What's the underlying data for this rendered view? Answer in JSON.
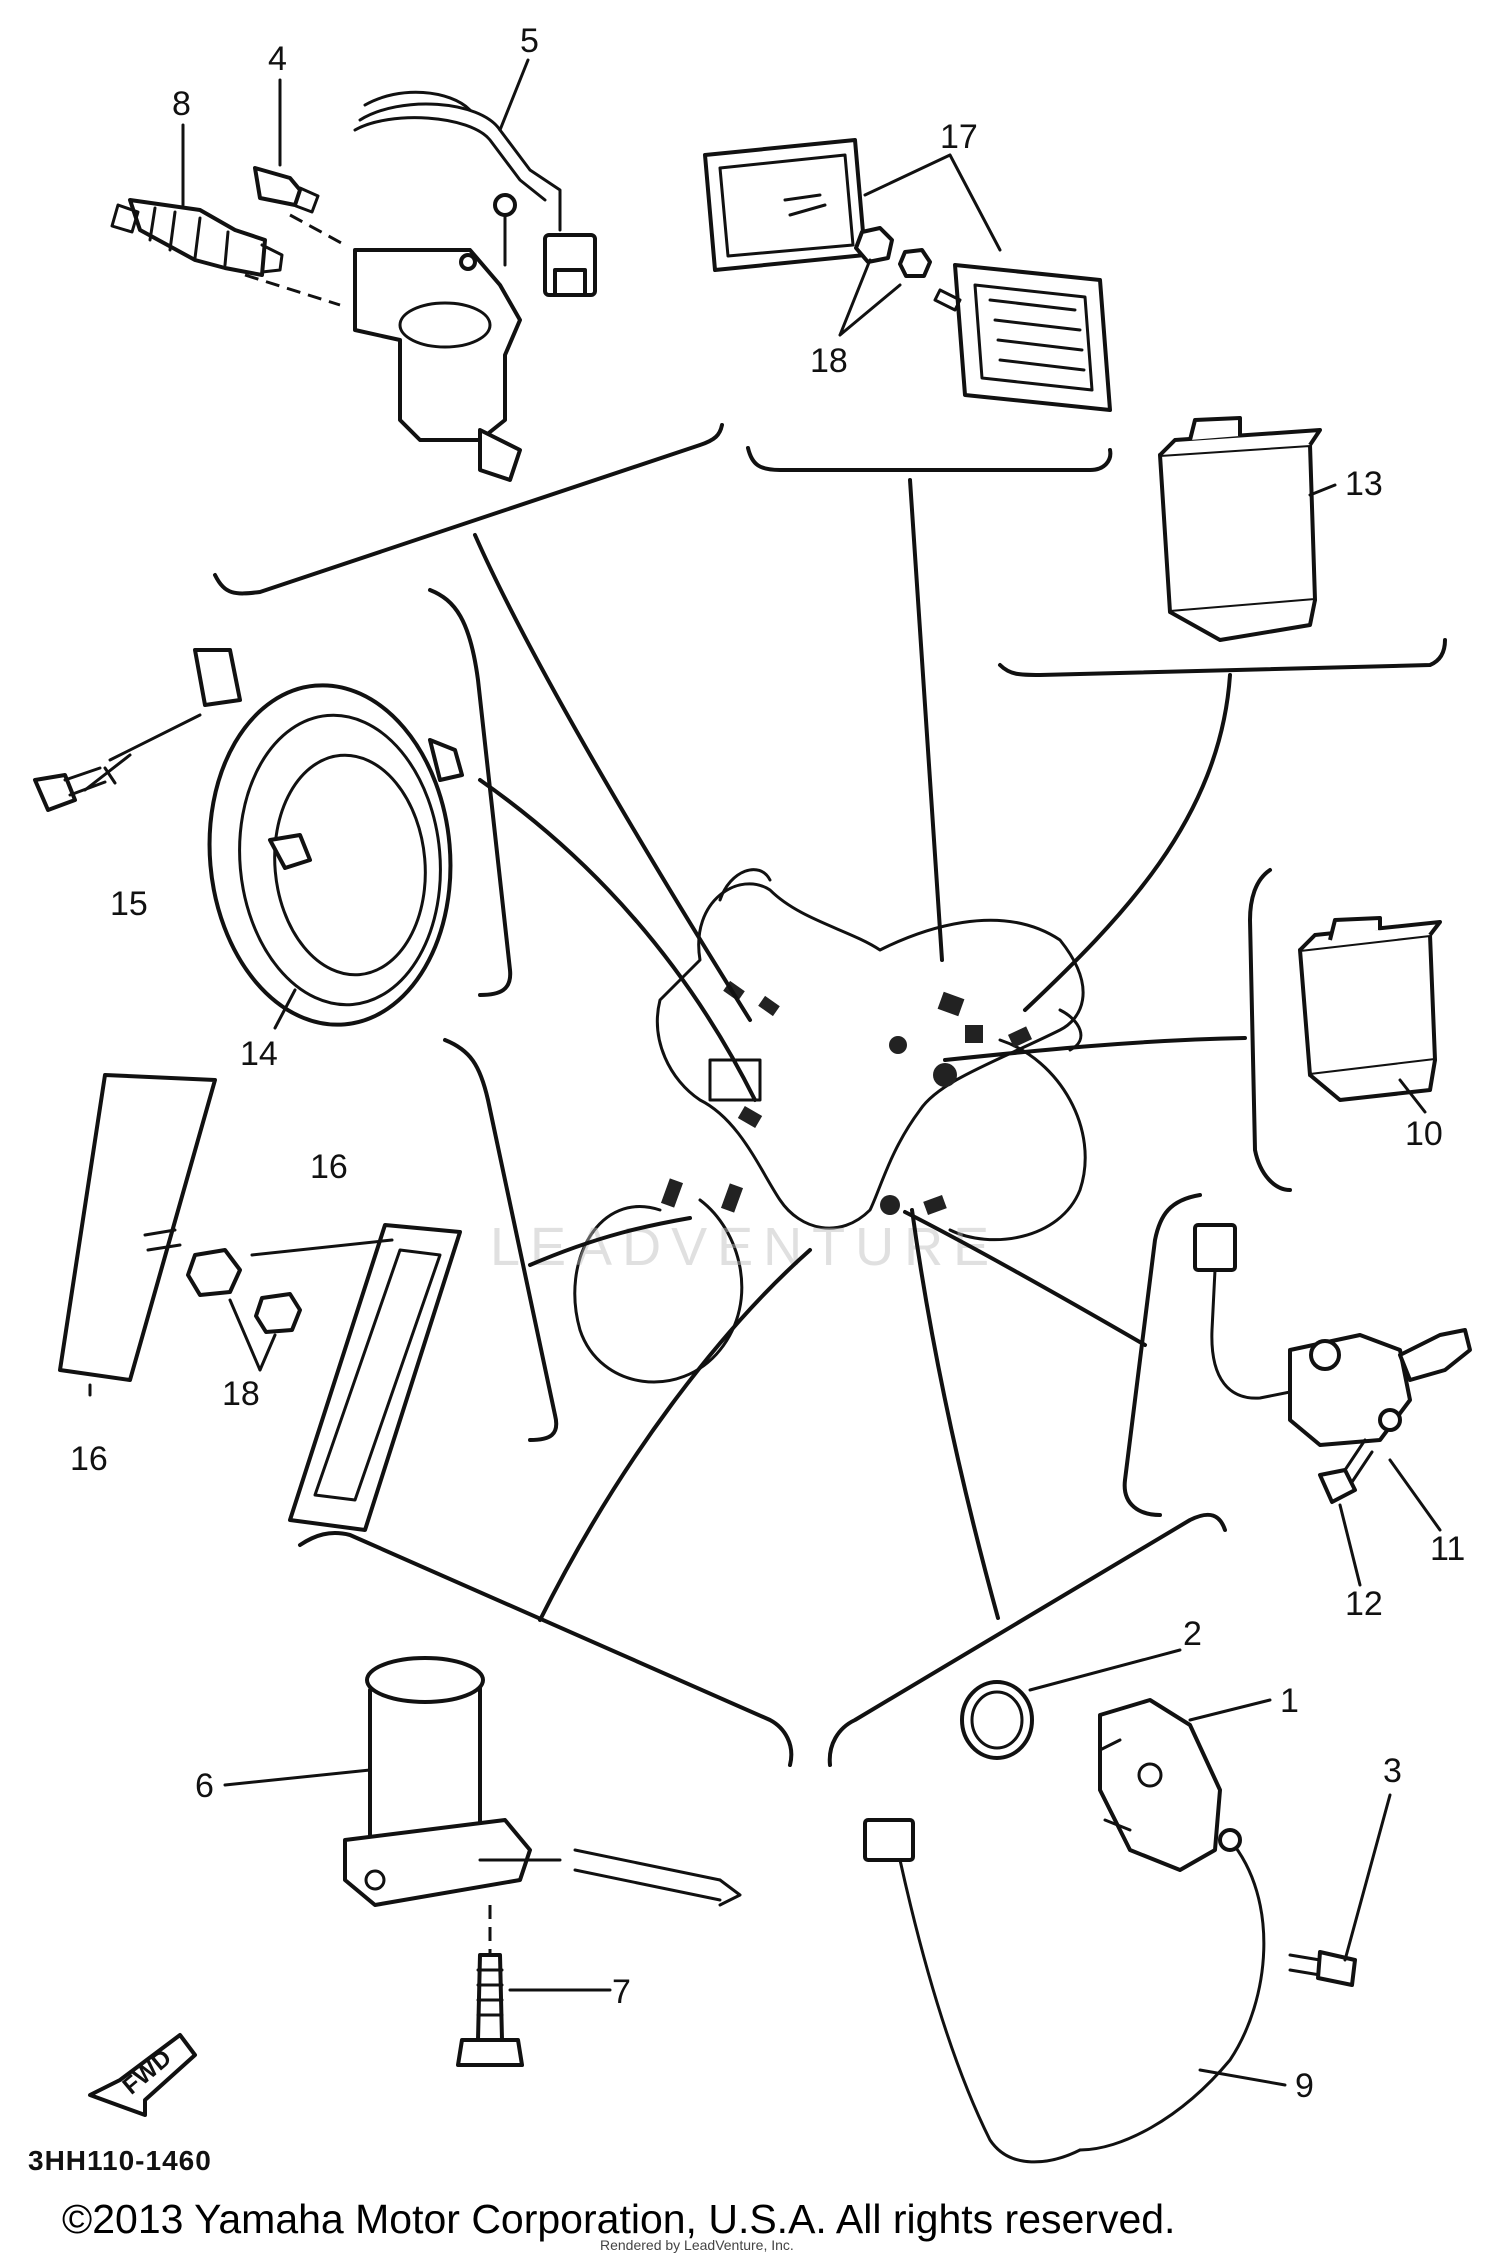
{
  "diagram": {
    "drawing_code": "3HH110-1460",
    "copyright": "©2013 Yamaha Motor Corporation, U.S.A. All rights reserved.",
    "watermark": "LEADVENTURE",
    "overlay_credit": "Rendered by LeadVenture, Inc.",
    "fwd_label": "FWD",
    "callouts": {
      "c1": "1",
      "c2": "2",
      "c3": "3",
      "c4": "4",
      "c5": "5",
      "c6": "6",
      "c7": "7",
      "c8": "8",
      "c9": "9",
      "c10": "10",
      "c11": "11",
      "c12": "12",
      "c13": "13",
      "c14": "14",
      "c15": "15",
      "c16a": "16",
      "c16b": "16",
      "c17": "17",
      "c18a": "18",
      "c18b": "18"
    }
  }
}
